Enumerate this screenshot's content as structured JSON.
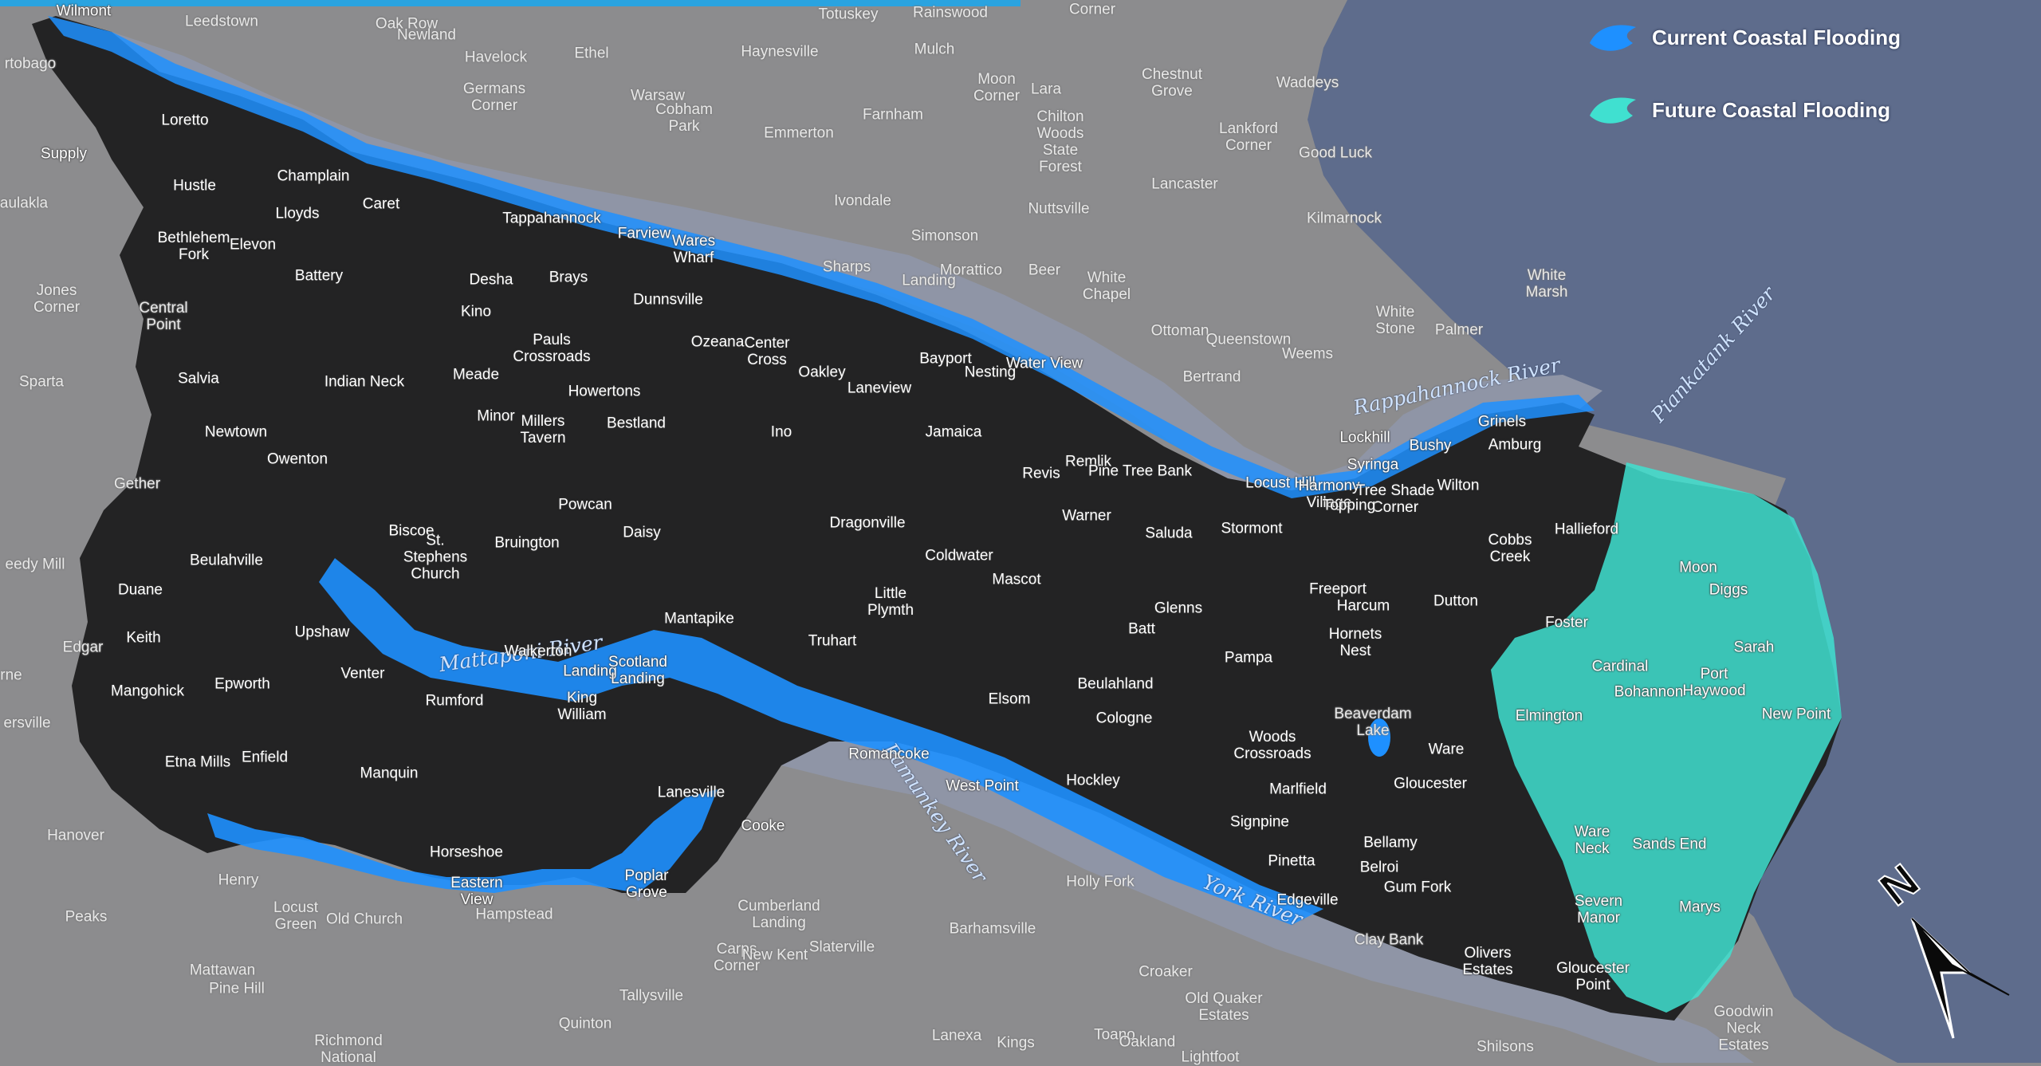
{
  "legend": {
    "items": [
      {
        "label": "Current Coastal Flooding",
        "color": "#1e90ff"
      },
      {
        "label": "Future Coastal Flooding",
        "color": "#40e0d0"
      }
    ]
  },
  "colors": {
    "land": "#8c8c8e",
    "bay_water": "#5e6c8c",
    "river_water": "#8f95a6",
    "study_area": "#232324",
    "current_flooding": "#1e90ff",
    "future_flooding": "#40e0d0"
  },
  "water_labels": {
    "rappahannock": "Rappahannock River",
    "piankatank": "Piankatank River",
    "mattaponi": "Mattaponi River",
    "pamunkey": "Pamunkey River",
    "york": "York River"
  },
  "north_arrow": {
    "letter": "N"
  },
  "places": {
    "wilmont": "Wilmont",
    "leedstown": "Leedstown",
    "oak_row": "Oak Row",
    "newland": "Newland",
    "havelock": "Havelock",
    "ethel": "Ethel",
    "totuskey": "Totuskey",
    "rainswood": "Rainswood",
    "corner_top": "Corner",
    "haynesville": "Haynesville",
    "mulch": "Mulch",
    "chestnut_grove": "Chestnut\nGrove",
    "waddeys": "Waddeys",
    "tobago": "rtobago",
    "germans_corner": "Germans\nCorner",
    "warsaw": "Warsaw",
    "cobham_park": "Cobham\nPark",
    "moon_corner": "Moon\nCorner",
    "lara": "Lara",
    "loretto": "Loretto",
    "emmerton": "Emmerton",
    "farnham": "Farnham",
    "chilton_woods": "Chilton\nWoods\nState\nForest",
    "lankford_corner": "Lankford\nCorner",
    "good_luck": "Good Luck",
    "supply": "Supply",
    "hustle": "Hustle",
    "champlain": "Champlain",
    "caret": "Caret",
    "lloyds": "Lloyds",
    "aulakla": "aulakla",
    "ivondale": "Ivondale",
    "nuttsville": "Nuttsville",
    "lancaster": "Lancaster",
    "tappahannock": "Tappahannock",
    "kilmarnock": "Kilmarnock",
    "bethlehem_fork": "Bethlehem\nFork",
    "elevon": "Elevon",
    "farview": "Farview",
    "wares_wharf": "Wares\nWharf",
    "simonson": "Simonson",
    "sharps": "Sharps",
    "morattico": "Morattico",
    "beer": "Beer",
    "downings_landing": "Landing",
    "battery": "Battery",
    "desha": "Desha",
    "brays": "Brays",
    "white_chapel": "White\nChapel",
    "white_marsh": "White\nMarsh",
    "jones_corner": "Jones\nCorner",
    "kino": "Kino",
    "dunnsville": "Dunnsville",
    "central_point": "Central\nPoint",
    "white_stone": "White\nStone",
    "palmer": "Palmer",
    "ottoman": "Ottoman",
    "queenstown": "Queenstown",
    "pauls_crossroads": "Pauls\nCrossroads",
    "ozeana": "Ozeana",
    "center_cross": "Center\nCross",
    "weems": "Weems",
    "bayport": "Bayport",
    "water_view": "Water View",
    "sparta": "Sparta",
    "salvia": "Salvia",
    "indian_neck": "Indian Neck",
    "meade": "Meade",
    "oakley": "Oakley",
    "nesting": "Nesting",
    "bertrand": "Bertrand",
    "howertons": "Howertons",
    "laneview": "Laneview",
    "minor": "Minor",
    "millers_tavern": "Millers\nTavern",
    "bestland": "Bestland",
    "grinels": "Grinels",
    "newtown": "Newtown",
    "ino": "Ino",
    "jamaica": "Jamaica",
    "lockhill": "Lockhill",
    "bushy": "Bushy",
    "amburg": "Amburg",
    "owenton": "Owenton",
    "remlik": "Remlik",
    "syringa": "Syringa",
    "revis": "Revis",
    "pine_tree_bank": "Pine Tree Bank",
    "locust_hill": "Locust Hill",
    "harmony_village": "Harmony\nVillage",
    "tree_shade_corner": "Tree Shade\nCorner",
    "wilton": "Wilton",
    "gether": "Gether",
    "topping": "Topping",
    "powcan": "Powcan",
    "warner": "Warner",
    "hallieford": "Hallieford",
    "cobbs_creek": "Cobbs\nCreek",
    "biscoe": "Biscoe",
    "st_stephens_church": "St.\nStephens\nChurch",
    "bruington": "Bruington",
    "daisy": "Daisy",
    "dragonville": "Dragonville",
    "saluda": "Saluda",
    "stormont": "Stormont",
    "beulahville": "Beulahville",
    "coldwater": "Coldwater",
    "mascot": "Mascot",
    "freeport": "Freeport",
    "harcum": "Harcum",
    "dutton": "Dutton",
    "reedy_mill": "eedy Mill",
    "duane": "Duane",
    "little_plymouth": "Little\nPlymth",
    "glenns": "Glenns",
    "moon": "Moon",
    "diggs": "Diggs",
    "batt": "Batt",
    "hornets_nest": "Hornets\nNest",
    "foster": "Foster",
    "mantapike": "Mantapike",
    "truhart": "Truhart",
    "keith": "Keith",
    "upshaw": "Upshaw",
    "edgar": "Edgar",
    "walkerton": "Walkerton",
    "sarah": "Sarah",
    "pampa": "Pampa",
    "aylett": "Landing",
    "scotland_landing": "Scotland\nLanding",
    "cardinal": "Cardinal",
    "mangohick": "Mangohick",
    "epworth": "Epworth",
    "venter": "Venter",
    "beulahland": "Beulahland",
    "port_haywood": "Port\nHaywood",
    "bohannon": "Bohannon",
    "rne": "rne",
    "rumford": "Rumford",
    "king_william": "King\nWilliam",
    "elsom": "Elsom",
    "new_point": "New Point",
    "beaverdam_lake": "Beaverdam\nLake",
    "ersville": "ersville",
    "cologne": "Cologne",
    "elmington": "Elmington",
    "woods_crossroads": "Woods\nCrossroads",
    "etna_mills": "Etna Mills",
    "enfield": "Enfield",
    "romancoke": "Romancoke",
    "ware": "Ware",
    "manquin": "Manquin",
    "gloucester": "Gloucester",
    "hockley": "Hockley",
    "west_point": "West Point",
    "marlfield": "Marlfield",
    "lanesville": "Lanesville",
    "bellamy": "Bellamy",
    "cooke": "Cooke",
    "signpine": "Signpine",
    "hanover": "Hanover",
    "ware_neck": "Ware\nNeck",
    "sands_end": "Sands End",
    "horseshoe": "Horseshoe",
    "pinetta": "Pinetta",
    "belroi": "Belroi",
    "henry": "Henry",
    "poplar_grove": "Poplar\nGrove",
    "holly_fork": "Holly Fork",
    "gum_fork": "Gum Fork",
    "eastern_view": "Eastern\nView",
    "hampstead": "Hampstead",
    "cumberland_landing": "Cumberland\nLanding",
    "edgeville": "Edgeville",
    "severn": "Severn\nManor",
    "marys": "Marys",
    "locust_green": "Locust\nGreen",
    "old_church": "Old Church",
    "peaks": "Peaks",
    "barhamsville": "Barhamsville",
    "clay_bank": "Clay Bank",
    "slaterville": "Slaterville",
    "olivers_estates": "Olivers\nEstates",
    "carps_corner": "Carps\nCorner",
    "new_kent": "New Kent",
    "gloucester_point": "Gloucester\nPoint",
    "mattawan": "Mattawan",
    "pine_hill": "Pine Hill",
    "croaker": "Croaker",
    "tallysville": "Tallysville",
    "old_quaker_estates": "Old Quaker\nEstates",
    "goodwin_neck": "Goodwin\nNeck\nEstates",
    "quinton": "Quinton",
    "richmond_national": "Richmond\nNational",
    "lanexa": "Lanexa",
    "kings": "Kings",
    "toano": "Toano",
    "oakland": "Oakland",
    "lightfoot": "Lightfoot",
    "shilsons": "Shilsons"
  }
}
